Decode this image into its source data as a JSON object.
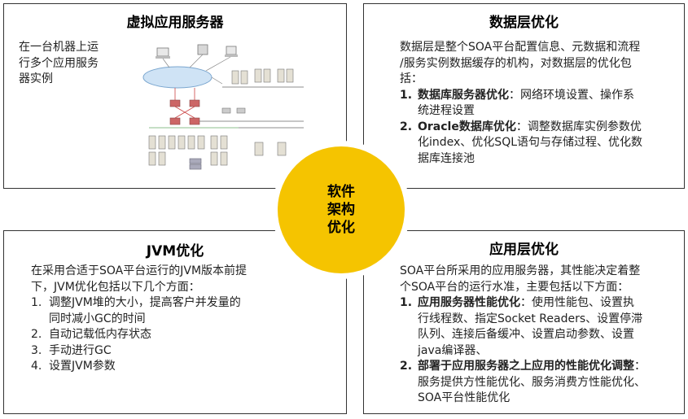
{
  "center": {
    "line1": "软件",
    "line2": "架构",
    "line3": "优化",
    "color": "#f5c400"
  },
  "top_left": {
    "title": "虚拟应用服务器",
    "text": "在一台机器上运行多个应用服务器实例",
    "lines": [
      "在一台机器上运",
      "行多个应用服务",
      "器实例"
    ],
    "image_label": "network-diagram"
  },
  "top_right": {
    "title": "数据层优化",
    "intro_lines": [
      "数据层是整个SOA平台配置信息、元数据和流程",
      "/服务实例数据缓存的机构，对数据层的优化包",
      "括："
    ],
    "items": [
      {
        "num": "1.",
        "head": "数据库服务器优化",
        "lines": [
          "：网络环境设置、操作系",
          "统进程设置"
        ]
      },
      {
        "num": "2.",
        "head": "Oracle数据库优化",
        "lines": [
          "：调整数据库实例参数优",
          "化index、优化SQL语句与存储过程、优化数",
          "据库连接池"
        ]
      }
    ]
  },
  "bottom_left": {
    "title": "JVM优化",
    "intro_lines": [
      "在采用合适于SOA平台运行的JVM版本前提",
      "下，JVM优化包括以下几个方面："
    ],
    "items": [
      {
        "num": "1.",
        "lines": [
          "调整JVM堆的大小，提高客户并发量的",
          "同时减小GC的时间"
        ]
      },
      {
        "num": "2.",
        "lines": [
          "自动记载低内存状态"
        ]
      },
      {
        "num": "3.",
        "lines": [
          "手动进行GC"
        ]
      },
      {
        "num": "4.",
        "lines": [
          "设置JVM参数"
        ]
      }
    ]
  },
  "bottom_right": {
    "title": "应用层优化",
    "intro_lines": [
      "SOA平台所采用的应用服务器，其性能决定着整",
      "个SOA平台的运行水准，主要包括以下方面："
    ],
    "items": [
      {
        "num": "1.",
        "head": "应用服务器性能优化",
        "lines": [
          "：使用性能包、设置执",
          "行线程数、指定Socket Readers、设置停滞",
          "队列、连接后备缓冲、设置启动参数、设置",
          "java编译器、"
        ]
      },
      {
        "num": "2.",
        "head": "部署于应用服务器之上应用的性能优化调整",
        "lines": [
          "：",
          "服务提供方性能优化、服务消费方性能优化、",
          "SOA平台性能优化"
        ]
      }
    ]
  }
}
